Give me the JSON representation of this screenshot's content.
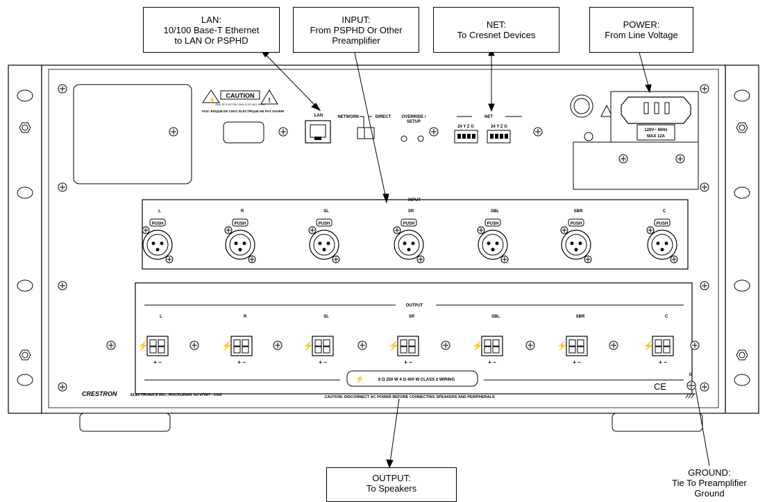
{
  "callouts": {
    "lan": {
      "title": "LAN:",
      "lines": [
        "10/100 Base-T Ethernet",
        "to LAN Or PSPHD"
      ]
    },
    "input": {
      "title": "INPUT:",
      "lines": [
        "From PSPHD Or Other",
        "Preamplifier"
      ]
    },
    "net": {
      "title": "NET:",
      "lines": [
        "To Cresnet Devices"
      ]
    },
    "power": {
      "title": "POWER:",
      "lines": [
        "From Line Voltage"
      ]
    },
    "output": {
      "title": "OUTPUT:",
      "lines": [
        "To Speakers"
      ]
    },
    "ground": {
      "title": "GROUND:",
      "lines": [
        "Tie To Preamplifier",
        "Ground"
      ]
    }
  },
  "panel": {
    "caution_label": "CAUTION",
    "caution_fine": "RISK OF ELECTRIC SHOCK DO NOT OPEN",
    "caution_french": "AVIS: RISQUE DE CHOC ELECTRIQUE NE PAS OUVRIR",
    "lan_label": "LAN",
    "network_label": "NETWORK",
    "direct_label": "DIRECT",
    "override_label": "OVERRIDE /",
    "setup_label": "SETUP",
    "net_label": "NET",
    "net_pins": "24 Y Z G",
    "power_rating_1": "120V~ 60Hz",
    "power_rating_2": "MAX 12A",
    "input_label": "INPUT",
    "push_label": "PUSH",
    "input_channels": [
      "L",
      "R",
      "SL",
      "SR",
      "SBL",
      "SBR",
      "C"
    ],
    "output_label": "OUTPUT",
    "output_channels": [
      "L",
      "R",
      "SL",
      "SR",
      "SBL",
      "SBR",
      "C"
    ],
    "terminal_polarity": "+ −",
    "wattage": "8 Ω 250 W    4 Ω 400 W CLASS 2 WIRING",
    "brand": "CRESTRON",
    "address": "ELECTRONICS INC., ROCKLEIGH, NJ 07647 · USA",
    "output_caution": "CAUTION: DISCONNECT AC POWER BEFORE CONNECTING SPEAKERS AND PERIPHERALS",
    "ground_mark": "G",
    "ce_mark": "CE"
  }
}
